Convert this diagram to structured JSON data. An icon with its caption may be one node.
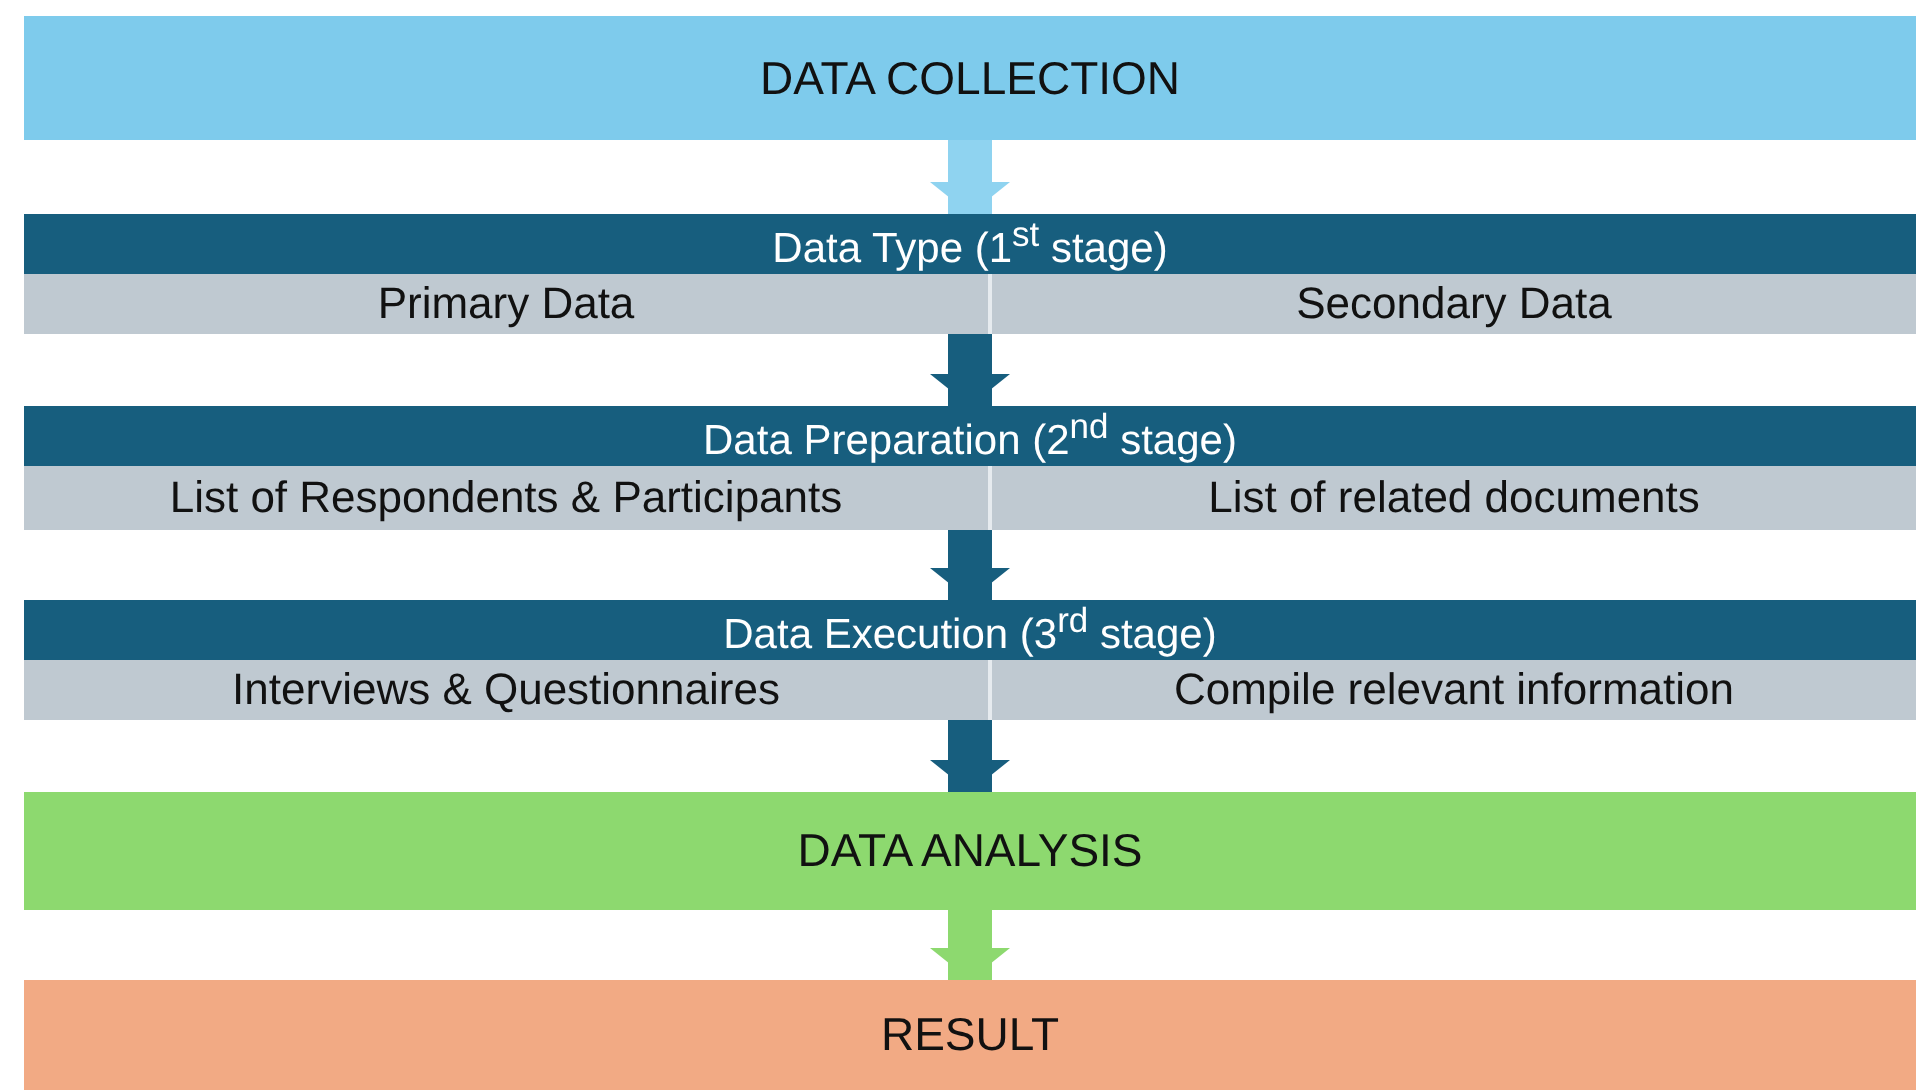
{
  "diagram": {
    "nodes": [
      {
        "text": [
          "DATA COLLECTION"
        ]
      },
      {
        "text": [
          "Data Type (1$^{st}$ stage)"
        ]
      },
      {
        "text": [
          "Primary Data"
        ],
        "in": 1
      },
      {
        "text": [
          "Secondary Data"
        ],
        "in": 1
      },
      {
        "text": [
          "Data Preparation (2$^{nd}$ stage)"
        ]
      },
      {
        "text": [
          "List of Respondents & Participants"
        ],
        "in": 4
      },
      {
        "text": [
          "List of related documents"
        ],
        "in": 4
      },
      {
        "text": [
          "Data Execution (3$^{rd}$ stage)"
        ]
      },
      {
        "text": [
          "Interviews & Questionnaires"
        ],
        "in": 7
      },
      {
        "text": [
          "Compile relevant information"
        ],
        "in": 7
      },
      {
        "text": [
          "DATA ANALYSIS"
        ]
      },
      {
        "text": [
          "RESULT"
        ]
      }
    ],
    "edges": [
      {
        "from": 0,
        "to": 1,
        "arrow": "to",
        "color": "#8fd3f0"
      },
      {
        "from": 1,
        "to": 4,
        "arrow": "to"
      },
      {
        "from": 4,
        "to": 7,
        "arrow": "to"
      },
      {
        "from": 7,
        "to": 10,
        "arrow": "to"
      },
      {
        "from": 10,
        "to": 11,
        "arrow": "to",
        "color": "#8dd96f"
      }
    ]
  }
}
